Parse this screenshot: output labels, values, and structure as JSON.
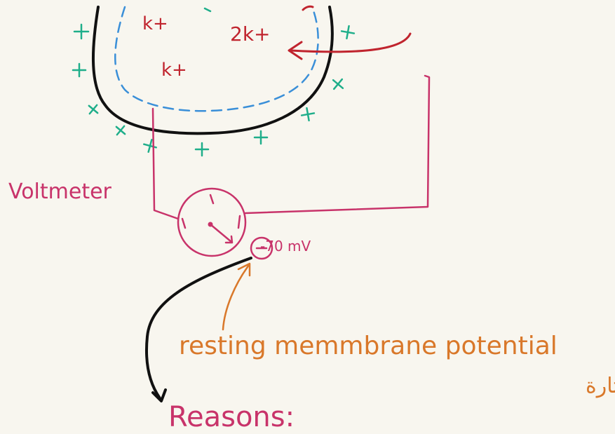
{
  "colors": {
    "background": "#f8f6ef",
    "membrane": "#111111",
    "inner_dash": "#3a8fd8",
    "positive_charge": "#1fae8a",
    "ion_text": "#c0242e",
    "arrow_red": "#c0242e",
    "wire_pink": "#c8336a",
    "annotation_orange": "#d9782a"
  },
  "labels": {
    "ion_k_1": "k+",
    "ion_2k": "2k+",
    "ion_k_2": "k+",
    "voltmeter": "Voltmeter",
    "reading": "-70 mV",
    "annotation_en": "resting memmbrane potential",
    "annotation_ar": "مرتاحة مو مستثارة",
    "reasons": "Reasons:"
  },
  "icons": {
    "voltmeter_dial": "dial-icon",
    "reading_circle": "negative-sign-circle",
    "plus_marks": "plus-sign"
  }
}
